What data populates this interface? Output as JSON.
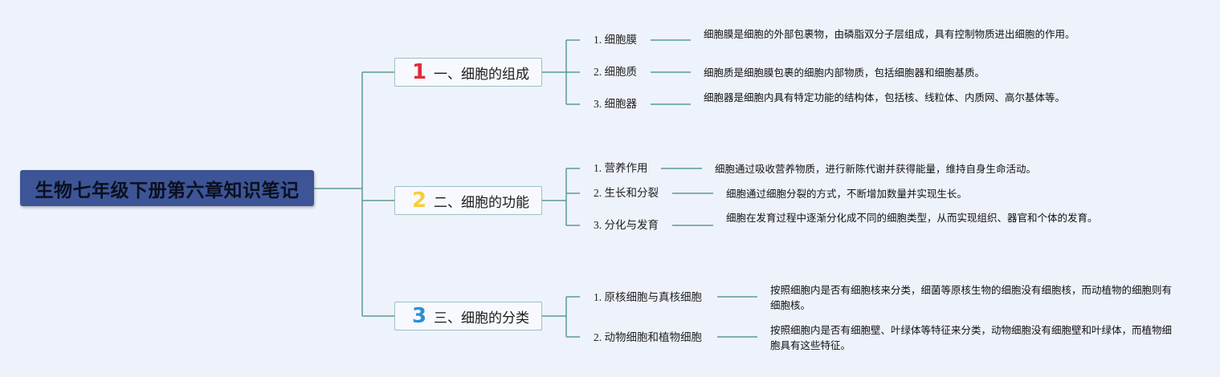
{
  "root": {
    "title": "生物七年级下册第六章知识笔记"
  },
  "branches": [
    {
      "number": "1",
      "number_color": "#e02b3c",
      "label": "一、细胞的组成",
      "leaves": [
        {
          "label": "1. 细胞膜",
          "desc": "细胞膜是细胞的外部包裹物，由磷脂双分子层组成，具有控制物质进出细胞的作用。"
        },
        {
          "label": "2. 细胞质",
          "desc": "细胞质是细胞膜包裹的细胞内部物质，包括细胞器和细胞基质。"
        },
        {
          "label": "3. 细胞器",
          "desc": "细胞器是细胞内具有特定功能的结构体，包括核、线粒体、内质网、高尔基体等。"
        }
      ]
    },
    {
      "number": "2",
      "number_color": "#f4cf3c",
      "label": "二、细胞的功能",
      "leaves": [
        {
          "label": "1. 营养作用",
          "desc": "细胞通过吸收营养物质，进行新陈代谢并获得能量，维持自身生命活动。"
        },
        {
          "label": "2. 生长和分裂",
          "desc": "细胞通过细胞分裂的方式，不断增加数量并实现生长。"
        },
        {
          "label": "3. 分化与发育",
          "desc": "细胞在发育过程中逐渐分化成不同的细胞类型，从而实现组织、器官和个体的发育。"
        }
      ]
    },
    {
      "number": "3",
      "number_color": "#2a90d6",
      "label": "三、细胞的分类",
      "leaves": [
        {
          "label": "1. 原核细胞与真核细胞",
          "desc": "按照细胞内是否有细胞核来分类，细菌等原核生物的细胞没有细胞核，而动植物的细胞则有细胞核。"
        },
        {
          "label": "2. 动物细胞和植物细胞",
          "desc": "按照细胞内是否有细胞壁、叶绿体等特征来分类，动物细胞没有细胞壁和叶绿体，而植物细胞具有这些特征。"
        }
      ]
    }
  ],
  "colors": {
    "line": "#5a9a96",
    "root_bg": "#3d5596",
    "background": "#eef2fb"
  }
}
